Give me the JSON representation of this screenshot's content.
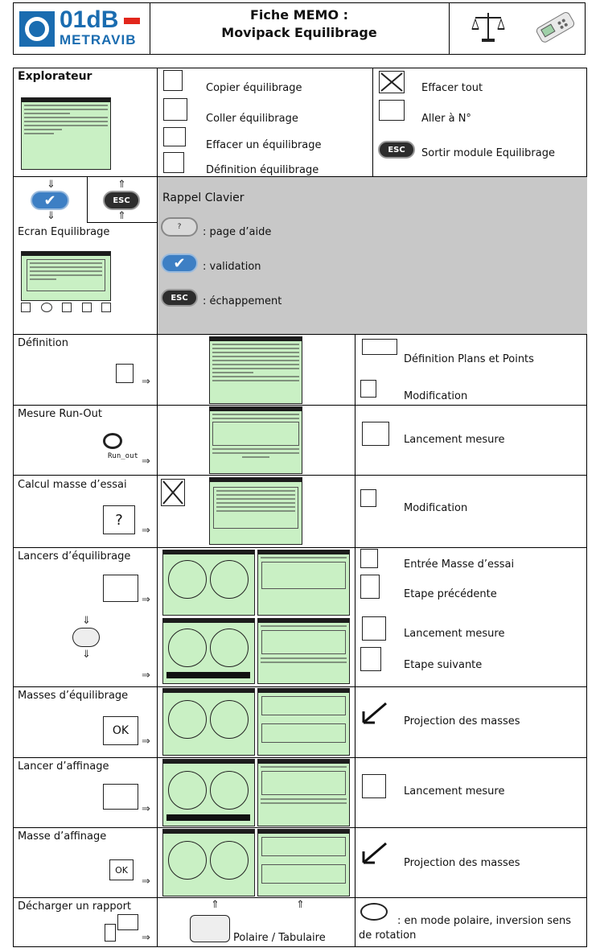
{
  "header": {
    "logo_top": "01dB",
    "logo_bottom": "METRAVIB",
    "title_line1": "Fiche MEMO :",
    "title_line2": "Movipack Equilibrage"
  },
  "explorer": {
    "title": "Explorateur",
    "actions_left": [
      "Copier équilibrage",
      "Coller équilibrage",
      "Effacer un équilibrage",
      "Définition équilibrage"
    ],
    "actions_right": [
      "Effacer tout",
      "Aller à N°",
      "Sortir module Equilibrage"
    ],
    "esc_label": "ESC"
  },
  "ecran": {
    "title": "Ecran Equilibrage",
    "rappel_title": "Rappel Clavier",
    "keys": [
      {
        "icon": "help-key-icon",
        "key_label": "?",
        "text": ": page d’aide"
      },
      {
        "icon": "check-key-icon",
        "key_label": "",
        "text": ": validation"
      },
      {
        "icon": "esc-key-icon",
        "key_label": "ESC",
        "text": ": échappement"
      }
    ]
  },
  "rows": [
    {
      "id": "definition",
      "title": "Définition",
      "actions": [
        "Définition Plans et Points",
        "Modification"
      ]
    },
    {
      "id": "runout",
      "title": "Mesure Run-Out",
      "icon_caption": "Run_out",
      "actions": [
        "Lancement mesure"
      ]
    },
    {
      "id": "calcul",
      "title": "Calcul masse d’essai",
      "icon_caption": "?",
      "actions": [
        "Modification"
      ]
    },
    {
      "id": "lancers",
      "title": "Lancers d’équilibrage",
      "actions": [
        "Entrée Masse d’essai",
        "Etape précédente",
        "Lancement mesure",
        "Etape suivante"
      ]
    },
    {
      "id": "masses",
      "title": "Masses d’équilibrage",
      "icon_caption": "OK",
      "actions": [
        "Projection des masses"
      ]
    },
    {
      "id": "affinage",
      "title": "Lancer d’affinage",
      "actions": [
        "Lancement mesure"
      ]
    },
    {
      "id": "masse_aff",
      "title": "Masse d’affinage",
      "icon_caption": "OK",
      "actions": [
        "Projection des masses"
      ]
    },
    {
      "id": "rapport",
      "title": "Décharger un rapport",
      "middle": "Polaire / Tabulaire",
      "right_note": ": en mode polaire, inversion sens de rotation"
    }
  ],
  "colors": {
    "screen_green": "#c9f0c4",
    "gray_panel": "#c8c8c8",
    "logo_blue": "#1a6cb0",
    "logo_red": "#e2261c"
  }
}
